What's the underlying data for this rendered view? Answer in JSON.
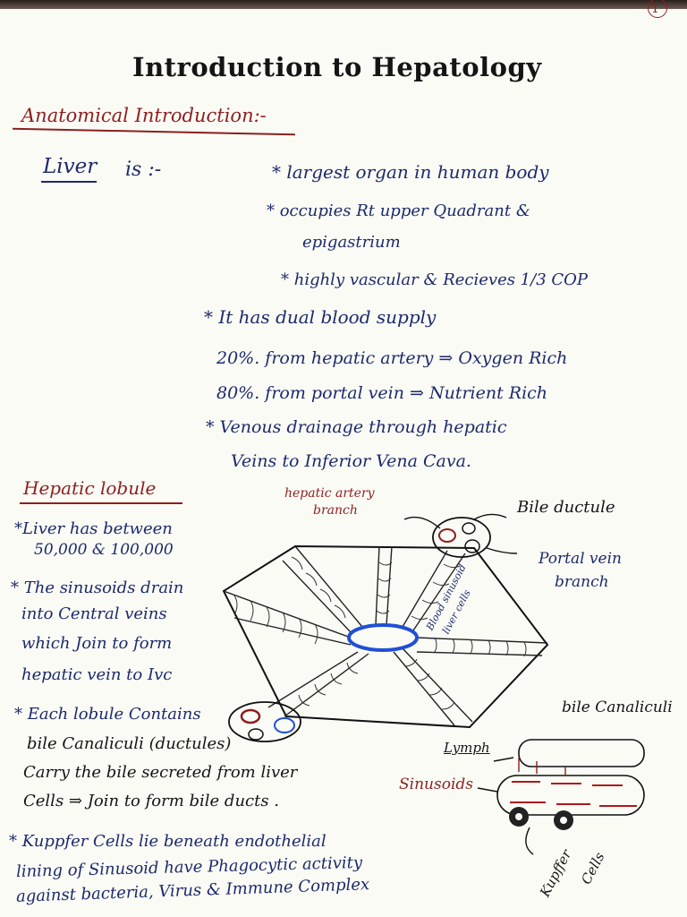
{
  "page_number": "1",
  "title": "Introduction to Hepatology",
  "anatomical": {
    "heading": "Anatomical Introduction:-",
    "liver_word": "Liver",
    "liver_is": "is :-",
    "bullets": [
      "* largest organ in human body",
      "* occupies Rt upper Quadrant &",
      "epigastrium",
      "* highly vascular & Recieves 1/3 COP",
      "* It has dual blood supply",
      "20%. from hepatic artery ⇒ Oxygen Rich",
      "80%. from portal vein ⇒ Nutrient Rich",
      "* Venous drainage through hepatic",
      "Veins to Inferior Vena Cava."
    ]
  },
  "lobule": {
    "heading": "Hepatic lobule",
    "notes": [
      "*Liver has between",
      "50,000 & 100,000",
      "* The sinusoids drain",
      "into Central veins",
      "which Join to form",
      "hepatic vein to Ivc",
      "* Each lobule Contains",
      "bile Canaliculi (ductules)",
      "Carry the bile secreted from liver",
      "Cells ⇒ Join to form bile ducts ."
    ],
    "kupffer_notes": [
      "* Kuppfer Cells lie beneath endothelial",
      "lining of Sinusoid have Phagocytic activity",
      "against bacteria, Virus & Immune Complex"
    ]
  },
  "diagram_labels": {
    "hepatic_artery": "hepatic artery",
    "hepatic_artery_2": "branch",
    "bile_ductule": "Bile ductule",
    "portal_vein": "Portal vein",
    "portal_vein_2": "branch",
    "sinusoid_diag": "Blood sinusoid",
    "sinusoid_diag_2": "liver cells",
    "bile_canaliculi": "bile Canaliculi",
    "lymph": "Lymph",
    "sinusoids": "Sinusoids",
    "kupffer": "Kupffer",
    "kupffer_2": "Cells"
  },
  "colors": {
    "ink_blue": "#1d2a6b",
    "ink_red": "#8c1f1f",
    "central_vein": "#1f4fd6"
  }
}
